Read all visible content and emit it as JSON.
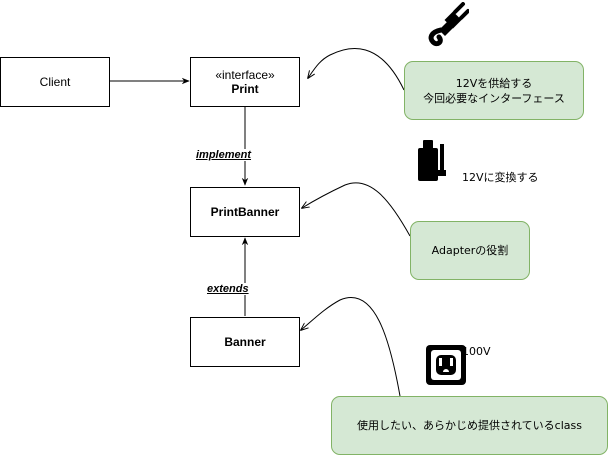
{
  "nodes": {
    "client": {
      "label": "Client"
    },
    "print": {
      "stereotype": "«interface»",
      "label": "Print"
    },
    "print_banner": {
      "label": "PrintBanner"
    },
    "banner": {
      "label": "Banner"
    }
  },
  "edges": {
    "implement_label": "implement",
    "extends_label": "extends"
  },
  "notes": {
    "interface_note": {
      "line1": "12Vを供給する",
      "line2": "今回必要なインターフェース"
    },
    "adapter_note": "Adapterの役割",
    "class_note": "使用したい、あらかじめ提供されているclass"
  },
  "free_text": {
    "adapter_caption": "12Vに変換する",
    "outlet_caption": "100V"
  },
  "icons": [
    "plug-icon",
    "adapter-icon",
    "outlet-icon"
  ],
  "colors": {
    "note_fill": "#d5e8d4",
    "note_border": "#82b366",
    "line": "#000000"
  }
}
